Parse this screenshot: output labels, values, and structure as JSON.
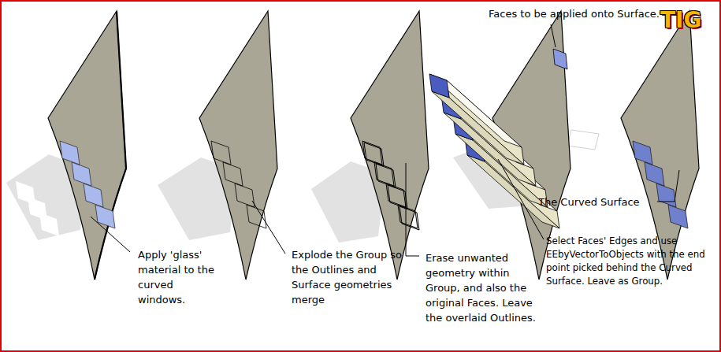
{
  "diagram": {
    "labels": [
      "Faces to be applied onto Surface.",
      "TIG",
      "Apply 'glass' material to the curved windows.",
      "Explode the Group so the Outlines and Surface geometries merge",
      "Erase unwanted geometry within Group, and also the original Faces. Leave the overlaid Outlines.",
      "Select Faces' Edges and use EEbyVectorToObjects with the end point picked behind the Curved Surface. Leave as Group.",
      "The Curved Surface"
    ]
  }
}
